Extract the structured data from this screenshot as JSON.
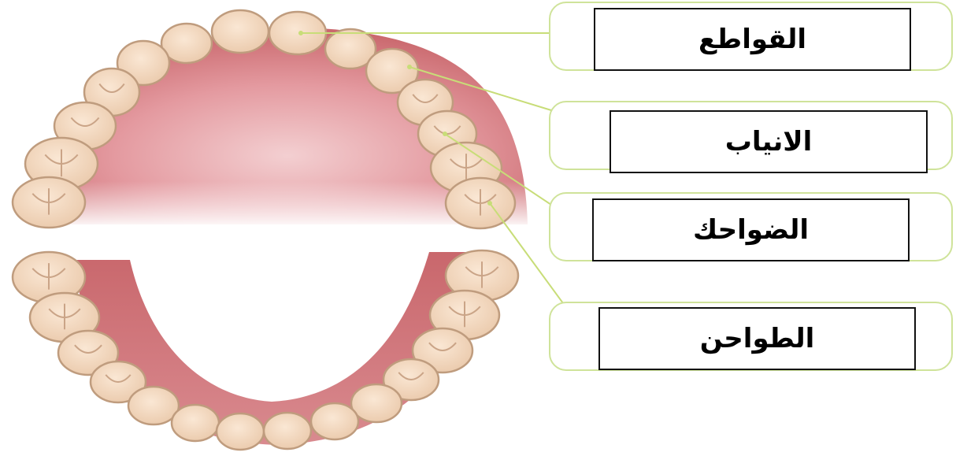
{
  "labels": [
    {
      "id": "incisors",
      "text": "القواطع"
    },
    {
      "id": "canines",
      "text": "الانياب"
    },
    {
      "id": "premolars",
      "text": "الضواحك"
    },
    {
      "id": "molars",
      "text": "الطواحن"
    }
  ],
  "colors": {
    "gum": "#c9676c",
    "palate_light": "#f4d2d4",
    "tooth_fill": "#f3d9c0",
    "tooth_outline": "#bf9c7e",
    "leader_line": "#c8dd78",
    "box_border": "#cfe39a"
  }
}
